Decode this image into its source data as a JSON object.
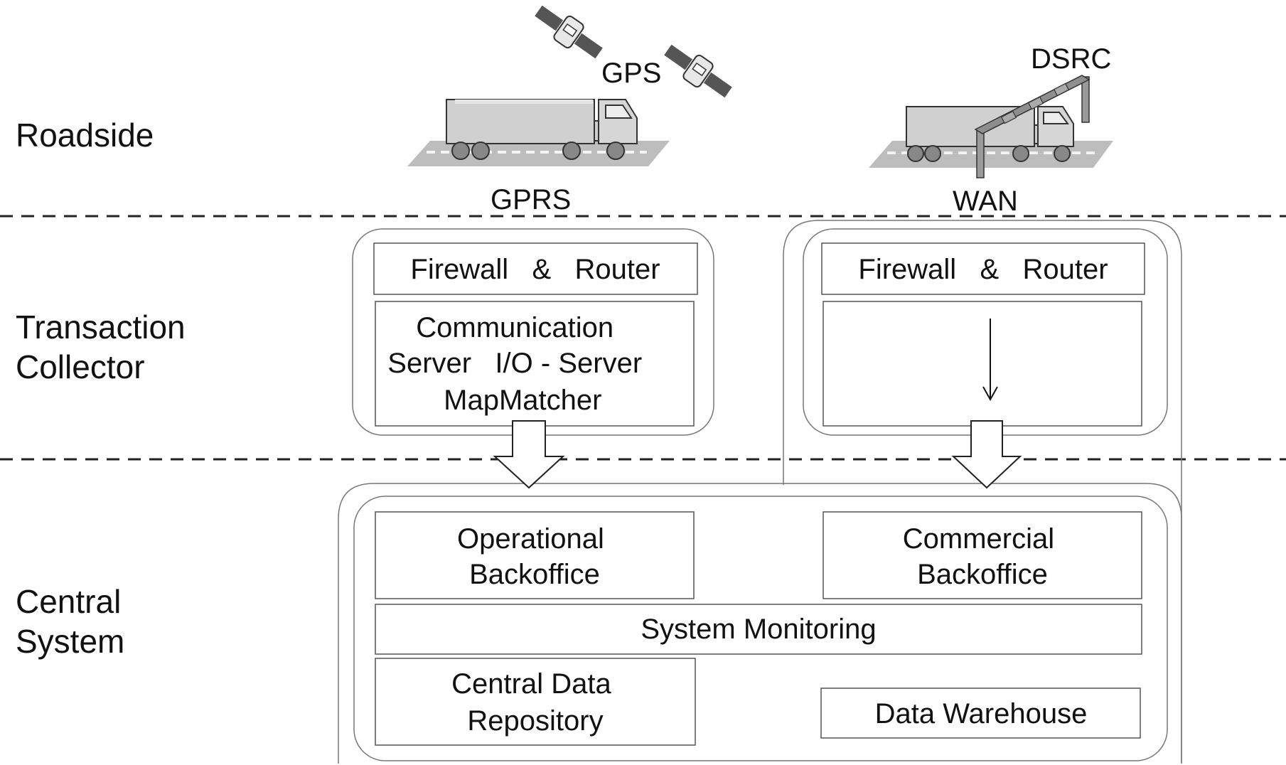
{
  "layers": {
    "roadside": [
      "Roadside"
    ],
    "transaction_collector": [
      "Transaction",
      "Collector"
    ],
    "central_system": [
      "Central",
      "System"
    ]
  },
  "roadside": {
    "gps_label": "GPS",
    "gprs_label": "GPRS",
    "dsrc_label": "DSRC",
    "wan_label": "WAN"
  },
  "collector": {
    "left": {
      "firewall_router": "Firewall   &   Router",
      "comm_lines": [
        "Communication",
        "Server   I/O - Server",
        "MapMatcher"
      ]
    },
    "right": {
      "firewall_router": "Firewall   &   Router"
    }
  },
  "central": {
    "operational_backoffice": [
      "Operational",
      "Backoffice"
    ],
    "commercial_backoffice": [
      "Commercial",
      "Backoffice"
    ],
    "system_monitoring": "System Monitoring",
    "central_data_repository": [
      "Central Data",
      "Repository"
    ],
    "data_warehouse": "Data Warehouse"
  },
  "colors": {
    "stroke": "#555555",
    "truck_fill": "#d0d0d0",
    "road_fill": "#bdbdbd"
  }
}
